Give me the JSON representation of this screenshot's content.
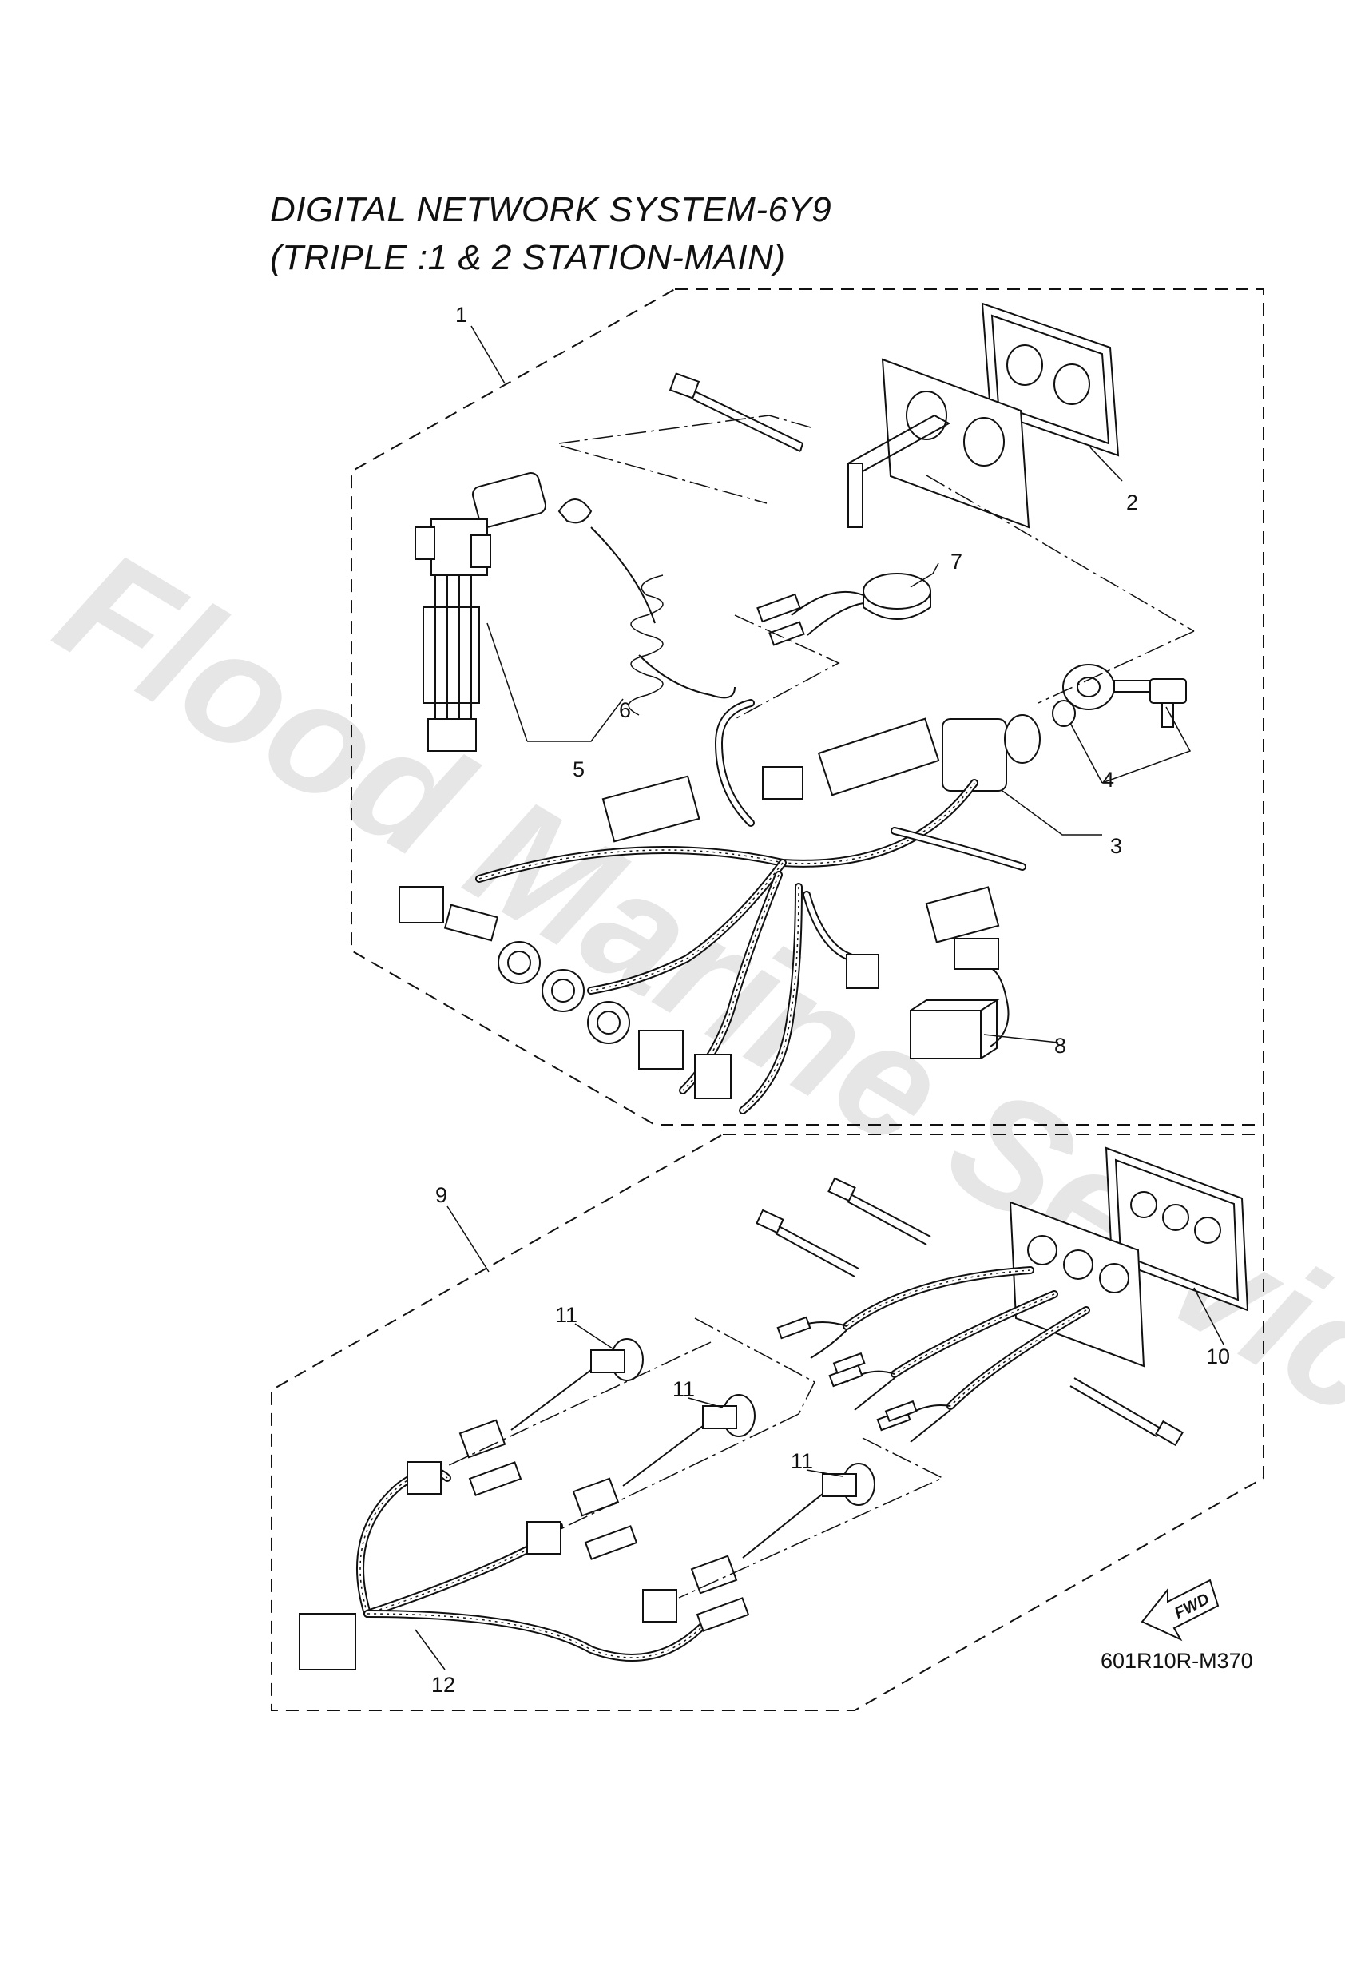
{
  "title": {
    "line1": "DIGITAL NETWORK SYSTEM-6Y9",
    "line2": "(TRIPLE :1 & 2 STATION-MAIN)"
  },
  "watermark": "Flood Marine Services",
  "callouts": [
    "1",
    "2",
    "3",
    "4",
    "5",
    "6",
    "7",
    "8",
    "9",
    "10",
    "11",
    "11",
    "11",
    "12"
  ],
  "fwd_label": "FWD",
  "drawing_code": "601R10R-M370"
}
